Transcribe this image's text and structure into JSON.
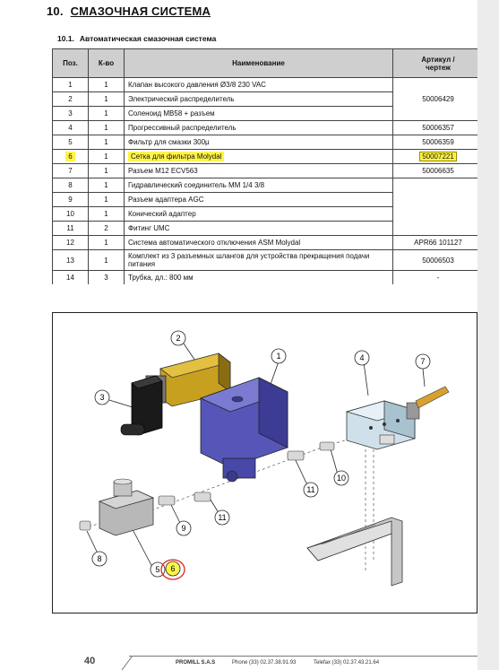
{
  "section": {
    "number": "10.",
    "title": "СМАЗОЧНАЯ СИСТЕМА"
  },
  "subsection": {
    "number": "10.1.",
    "title": "Автоматическая смазочная система"
  },
  "table": {
    "headers": {
      "pos": "Поз.",
      "qty": "К-во",
      "name": "Наименование",
      "article_line1": "Артикул /",
      "article_line2": "чертеж"
    },
    "rows": [
      {
        "pos": "1",
        "qty": "1",
        "name": "Клапан высокого давления Ø3/8 230 VAC",
        "article": ""
      },
      {
        "pos": "2",
        "qty": "1",
        "name": "Электрический распределитель",
        "article": "50006429"
      },
      {
        "pos": "3",
        "qty": "1",
        "name": "Соленоид MB58 + разъем",
        "article": ""
      },
      {
        "pos": "4",
        "qty": "1",
        "name": "Прогрессивный распределитель",
        "article": "50006357"
      },
      {
        "pos": "5",
        "qty": "1",
        "name": "Фильтр для смазки 300µ",
        "article": "50006359"
      },
      {
        "pos": "6",
        "qty": "1",
        "name": "Сетка для фильтра Molydal",
        "article": "50007221"
      },
      {
        "pos": "7",
        "qty": "1",
        "name": "Разъем M12 ECV563",
        "article": "50006635"
      },
      {
        "pos": "8",
        "qty": "1",
        "name": "Гидравлический соединитель MM 1/4 3/8",
        "article": ""
      },
      {
        "pos": "9",
        "qty": "1",
        "name": "Разъем адаптера AGC",
        "article": ""
      },
      {
        "pos": "10",
        "qty": "1",
        "name": "Конический адаптер",
        "article": ""
      },
      {
        "pos": "11",
        "qty": "2",
        "name": "Фитинг UMC",
        "article": ""
      },
      {
        "pos": "12",
        "qty": "1",
        "name": "Система автоматического отключения ASM Molydal",
        "article": "APR66 101127"
      },
      {
        "pos": "13",
        "qty": "1",
        "name": "Комплект из 3 разъемных шлангов для устройства прекращения подачи питания",
        "article": "50006503"
      },
      {
        "pos": "14",
        "qty": "3",
        "name": "Трубка, дл.: 800 мм",
        "article": "-"
      }
    ]
  },
  "diagram": {
    "callouts": [
      "1",
      "2",
      "3",
      "4",
      "5",
      "6",
      "7",
      "8",
      "9",
      "10",
      "11",
      "11"
    ],
    "colors": {
      "valve_body": "#5656b8",
      "solenoid": "#c8a020",
      "coil": "#1a1a1a",
      "distributor": "#cfe0ea",
      "fitting": "#d8d8d8",
      "highlight": "#fff44a",
      "circle_mark": "#e02020"
    }
  },
  "footer": {
    "page_number": "40",
    "company": "PROMILL S.A.S",
    "phone": "Phone (33) 02.37.38.91.93",
    "fax": "Telefax (33) 02.37.43.21.64"
  }
}
